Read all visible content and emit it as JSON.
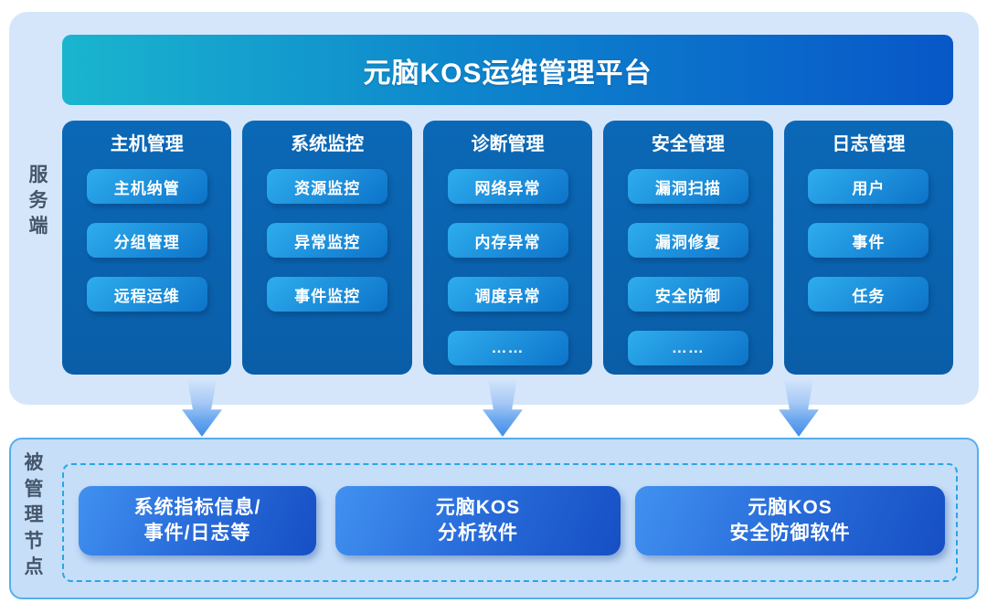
{
  "palette": {
    "banner_gradient_start": "#1ab5ce",
    "banner_gradient_end": "#0857c8",
    "server_panel_bg": "#d5e6fb",
    "managed_panel_bg": "#c6def8",
    "managed_panel_border": "#55aef0",
    "dashed_border": "#2aa4e9",
    "module_card_bg": "#0a63b0",
    "pill_gradient_start": "#2eadee",
    "pill_gradient_end": "#0d73c9",
    "node_gradient_start": "#4191f0",
    "node_gradient_end": "#164fc4",
    "arrow_color": "#3f8de9",
    "side_label_color": "#45566b"
  },
  "server": {
    "side_label": "服务端",
    "banner_title": "元脑KOS运维管理平台",
    "columns": [
      {
        "title": "主机管理",
        "items": [
          "主机纳管",
          "分组管理",
          "远程运维"
        ]
      },
      {
        "title": "系统监控",
        "items": [
          "资源监控",
          "异常监控",
          "事件监控"
        ]
      },
      {
        "title": "诊断管理",
        "items": [
          "网络异常",
          "内存异常",
          "调度异常",
          "……"
        ]
      },
      {
        "title": "安全管理",
        "items": [
          "漏洞扫描",
          "漏洞修复",
          "安全防御",
          "……"
        ]
      },
      {
        "title": "日志管理",
        "items": [
          "用户",
          "事件",
          "任务"
        ]
      }
    ]
  },
  "managed": {
    "side_label": "被管理节点",
    "nodes": [
      {
        "line1": "系统指标信息/",
        "line2": "事件/日志等"
      },
      {
        "line1": "元脑KOS",
        "line2": "分析软件"
      },
      {
        "line1": "元脑KOS",
        "line2": "安全防御软件"
      }
    ]
  }
}
